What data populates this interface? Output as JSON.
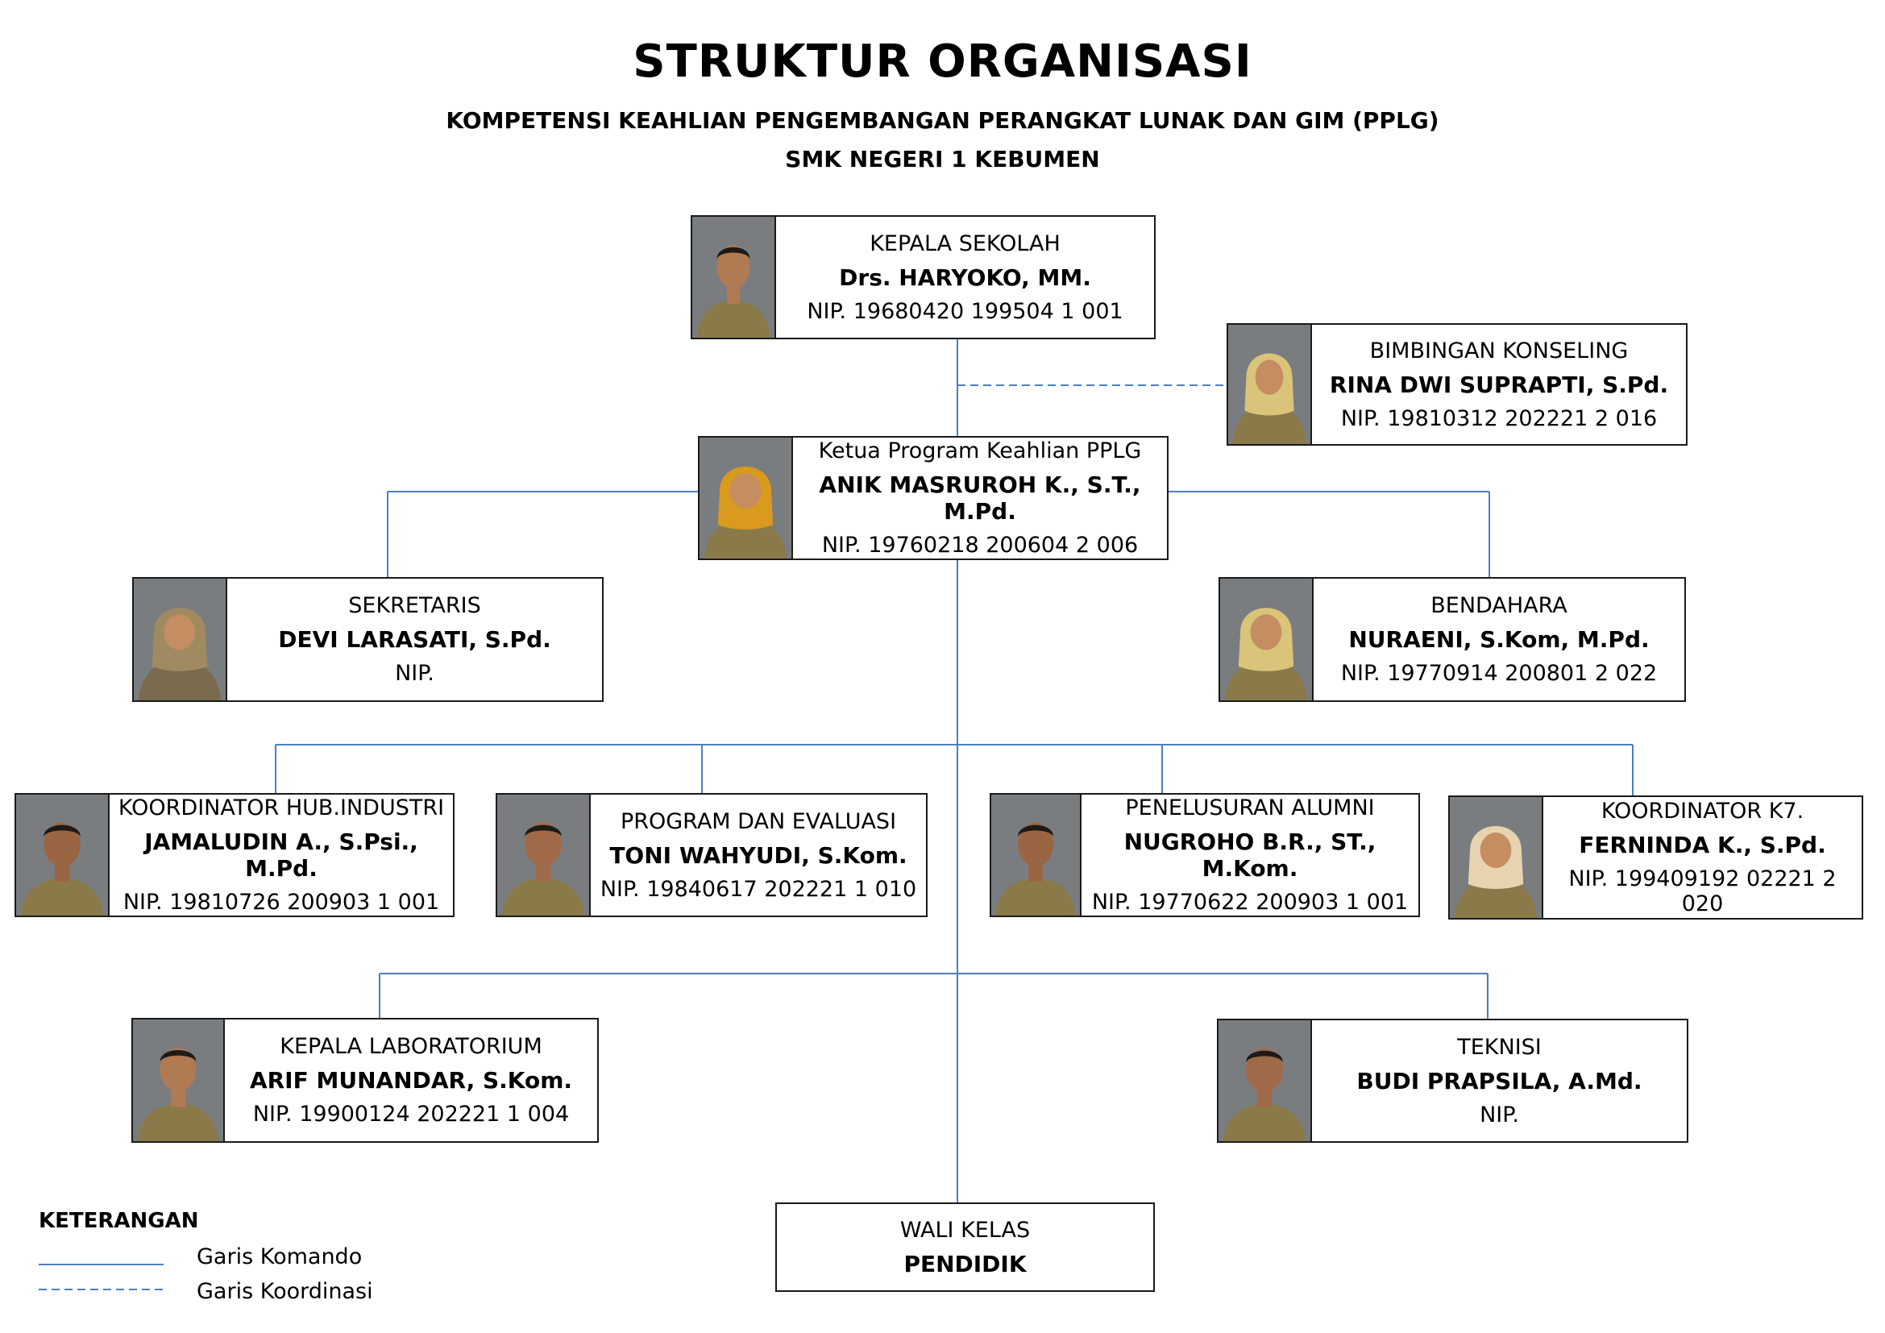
{
  "header": {
    "title": "STRUKTUR ORGANISASI",
    "subtitle1": "KOMPETENSI KEAHLIAN PENGEMBANGAN PERANGKAT LUNAK DAN GIM (PPLG)",
    "subtitle2": "SMK NEGERI 1 KEBUMEN"
  },
  "colors": {
    "line_command": "#4a7fc1",
    "line_coordination": "#4a7fc1",
    "border": "#1a1a1a"
  },
  "nodes": {
    "kepala_sekolah": {
      "role": "KEPALA SEKOLAH",
      "name": "Drs. HARYOKO, MM.",
      "nip": "NIP. 19680420 199504 1 001",
      "photo": "male-portrait"
    },
    "bk": {
      "role": "BIMBINGAN KONSELING",
      "name": "RINA DWI SUPRAPTI, S.Pd.",
      "nip": "NIP. 19810312 202221 2 016",
      "photo": "female-portrait"
    },
    "kaprog": {
      "role": "Ketua Program Keahlian PPLG",
      "name": "ANIK MASRUROH K., S.T., M.Pd.",
      "nip": "NIP. 19760218 200604 2 006",
      "photo": "female-portrait"
    },
    "sekretaris": {
      "role": "SEKRETARIS",
      "name": "DEVI LARASATI, S.Pd.",
      "nip": "NIP.",
      "photo": "female-portrait"
    },
    "bendahara": {
      "role": "BENDAHARA",
      "name": "NURAENI, S.Kom, M.Pd.",
      "nip": "NIP. 19770914 200801 2 022",
      "photo": "female-portrait"
    },
    "hub_industri": {
      "role": "KOORDINATOR HUB.INDUSTRI",
      "name": "JAMALUDIN A., S.Psi., M.Pd.",
      "nip": "NIP. 19810726 200903 1 001",
      "photo": "male-portrait"
    },
    "program_evaluasi": {
      "role": "PROGRAM DAN EVALUASI",
      "name": "TONI WAHYUDI, S.Kom.",
      "nip": "NIP.  19840617 202221 1 010",
      "photo": "male-portrait"
    },
    "alumni": {
      "role": "PENELUSURAN ALUMNI",
      "name": "NUGROHO B.R., ST., M.Kom.",
      "nip": "NIP.  19770622 200903 1 001",
      "photo": "male-portrait"
    },
    "k7": {
      "role": "KOORDINATOR K7.",
      "name": "FERNINDA K., S.Pd.",
      "nip": "NIP. 199409192 02221 2 020",
      "photo": "female-portrait"
    },
    "kalab": {
      "role": "KEPALA LABORATORIUM",
      "name": "ARIF MUNANDAR, S.Kom.",
      "nip": "NIP. 19900124 202221 1 004",
      "photo": "male-portrait"
    },
    "teknisi": {
      "role": "TEKNISI",
      "name": "BUDI PRAPSILA, A.Md.",
      "nip": "NIP.",
      "photo": "male-portrait"
    },
    "wali_kelas": {
      "role": "WALI KELAS",
      "name": "PENDIDIK"
    }
  },
  "legend": {
    "title": "KETERANGAN",
    "command": "Garis Komando",
    "coordination": "Garis Koordinasi"
  }
}
